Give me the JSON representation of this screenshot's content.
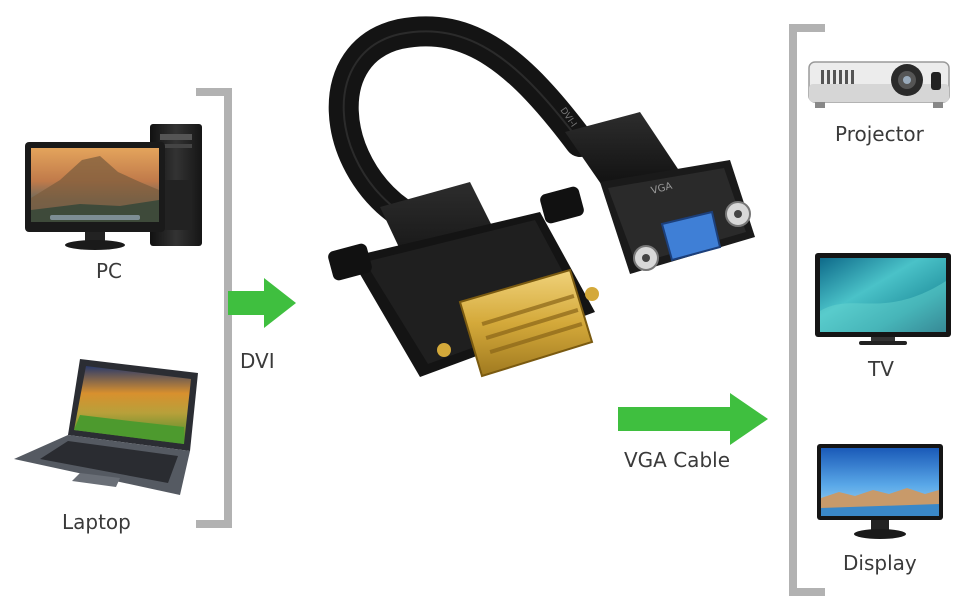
{
  "sources": {
    "pc": {
      "label": "PC"
    },
    "laptop": {
      "label": "Laptop"
    }
  },
  "cable": {
    "input_label": "DVI",
    "output_label": "VGA Cable",
    "vga_tag": "VGA",
    "dvi_tag": "DVI-I"
  },
  "targets": {
    "projector": {
      "label": "Projector"
    },
    "tv": {
      "label": "TV"
    },
    "display": {
      "label": "Display"
    }
  },
  "colors": {
    "arrow": "#3fbf3f",
    "bracket": "#b2b2b2",
    "connector_gold": "#d4a93a",
    "vga_blue": "#3f7fd6"
  }
}
